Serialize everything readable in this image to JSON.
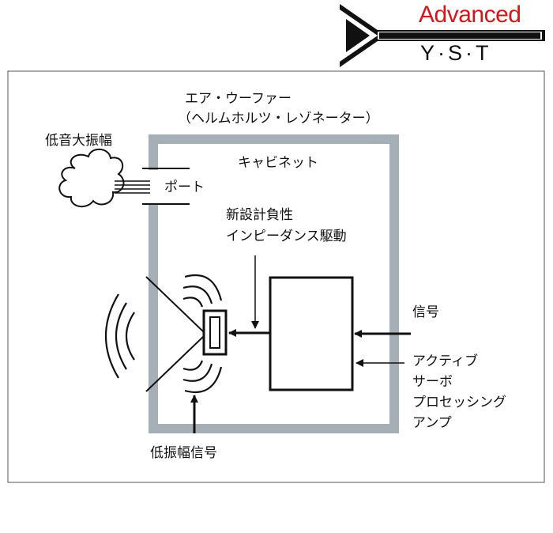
{
  "logo": {
    "brand_line1": "Advanced",
    "brand_line2": "Y·S·T",
    "brand_color": "#d4151b"
  },
  "labels": {
    "air_woofer": "エア・ウーファー",
    "helmholtz": "（ヘルムホルツ・レゾネーター）",
    "cabinet": "キャビネット",
    "low_amp_sound": "低音大振幅",
    "port": "ポート",
    "new_design_1": "新設計負性",
    "new_design_2": "インピーダンス駆動",
    "signal": "信号",
    "active_1": "アクティブ",
    "active_2": "サーボ",
    "active_3": "プロセッシング",
    "active_4": "アンプ",
    "low_amp_signal": "低振幅信号"
  },
  "colors": {
    "cabinet_wall": "#a7afb6",
    "line": "#111111"
  }
}
